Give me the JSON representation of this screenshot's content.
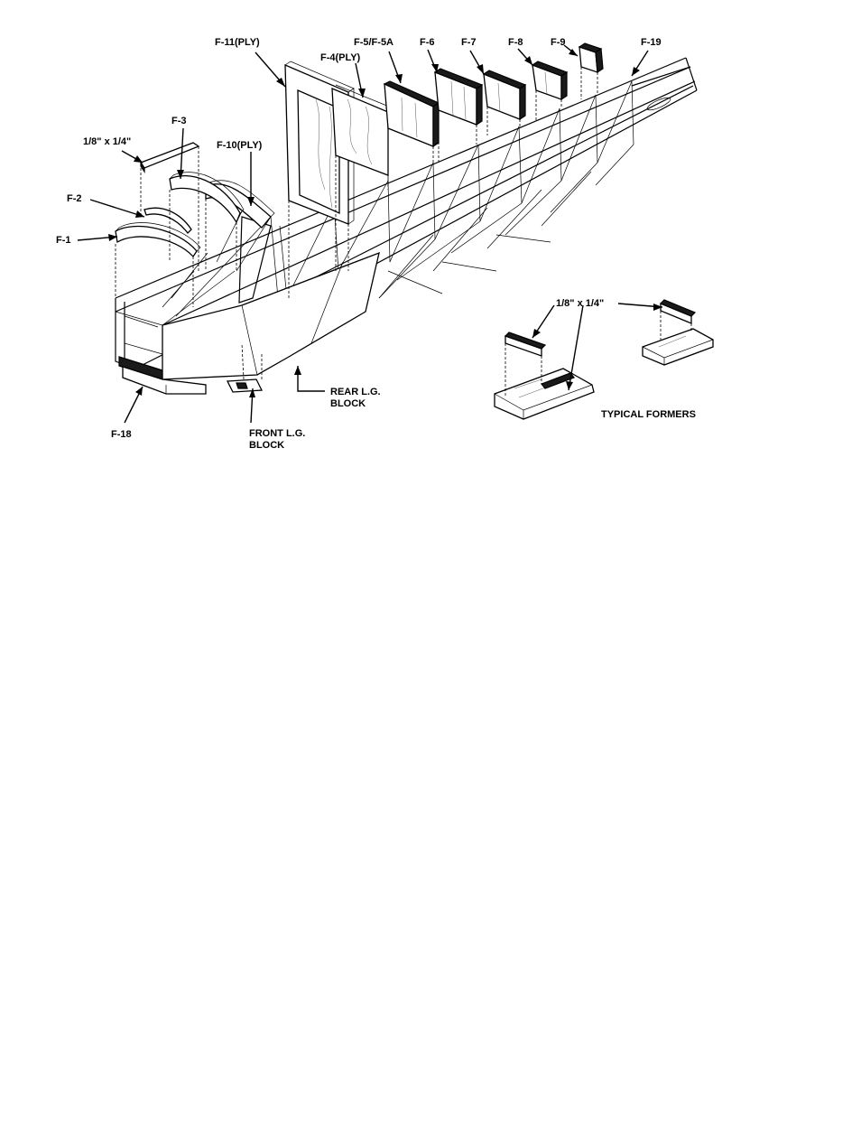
{
  "figure": {
    "labels": {
      "f11": "F-11(PLY)",
      "f5": "F-5/F-5A",
      "f6": "F-6",
      "f7": "F-7",
      "f8": "F-8",
      "f9": "F-9",
      "f19": "F-19",
      "f4": "F-4(PLY)",
      "f3": "F-3",
      "stick_top": "1/8\" x 1/4\"",
      "f10": "F-10(PLY)",
      "f2": "F-2",
      "f1": "F-1",
      "f18": "F-18",
      "front_lg_1": "FRONT L.G.",
      "front_lg_2": "BLOCK",
      "rear_lg_1": "REAR L.G.",
      "rear_lg_2": "BLOCK",
      "stick_formers": "1/8\" x 1/4\"",
      "typical_formers": "TYPICAL FORMERS"
    }
  }
}
